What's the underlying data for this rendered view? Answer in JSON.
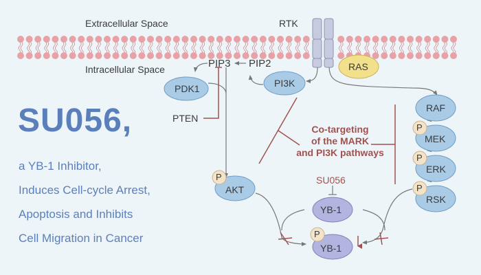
{
  "labels": {
    "extracellular": "Extracellular Space",
    "intracellular": "Intracellular Space",
    "rtk": "RTK",
    "pip3": "PIP3",
    "pip2": "PIP2",
    "pten": "PTEN",
    "su056_drug": "SU056"
  },
  "title": {
    "main": "SU056,",
    "lines": [
      "a YB-1 Inhibitor,",
      "Induces Cell-cycle Arrest,",
      "Apoptosis and Inhibits",
      "Cell Migration in Cancer"
    ]
  },
  "cotargeting": {
    "lines": [
      "Co-targeting",
      "of the MARK",
      "and PI3K pathways"
    ]
  },
  "nodes": {
    "pdk1": "PDK1",
    "pi3k": "PI3K",
    "ras": "RAS",
    "raf": "RAF",
    "mek": "MEK",
    "erk": "ERK",
    "rsk": "RSK",
    "akt": "AKT",
    "yb1": "YB-1",
    "pyb1": "YB-1",
    "phospho": "P"
  },
  "colors": {
    "blue_node": "#a9cbe6",
    "purple_node": "#b3b4e0",
    "ras_node": "#f2e08a",
    "phospho": "#f3e3c8",
    "lipid": "#e8a2a6",
    "rtk": "#c7cbe0",
    "inhibition_red": "#a0524f",
    "title_blue": "#5b7fba"
  }
}
